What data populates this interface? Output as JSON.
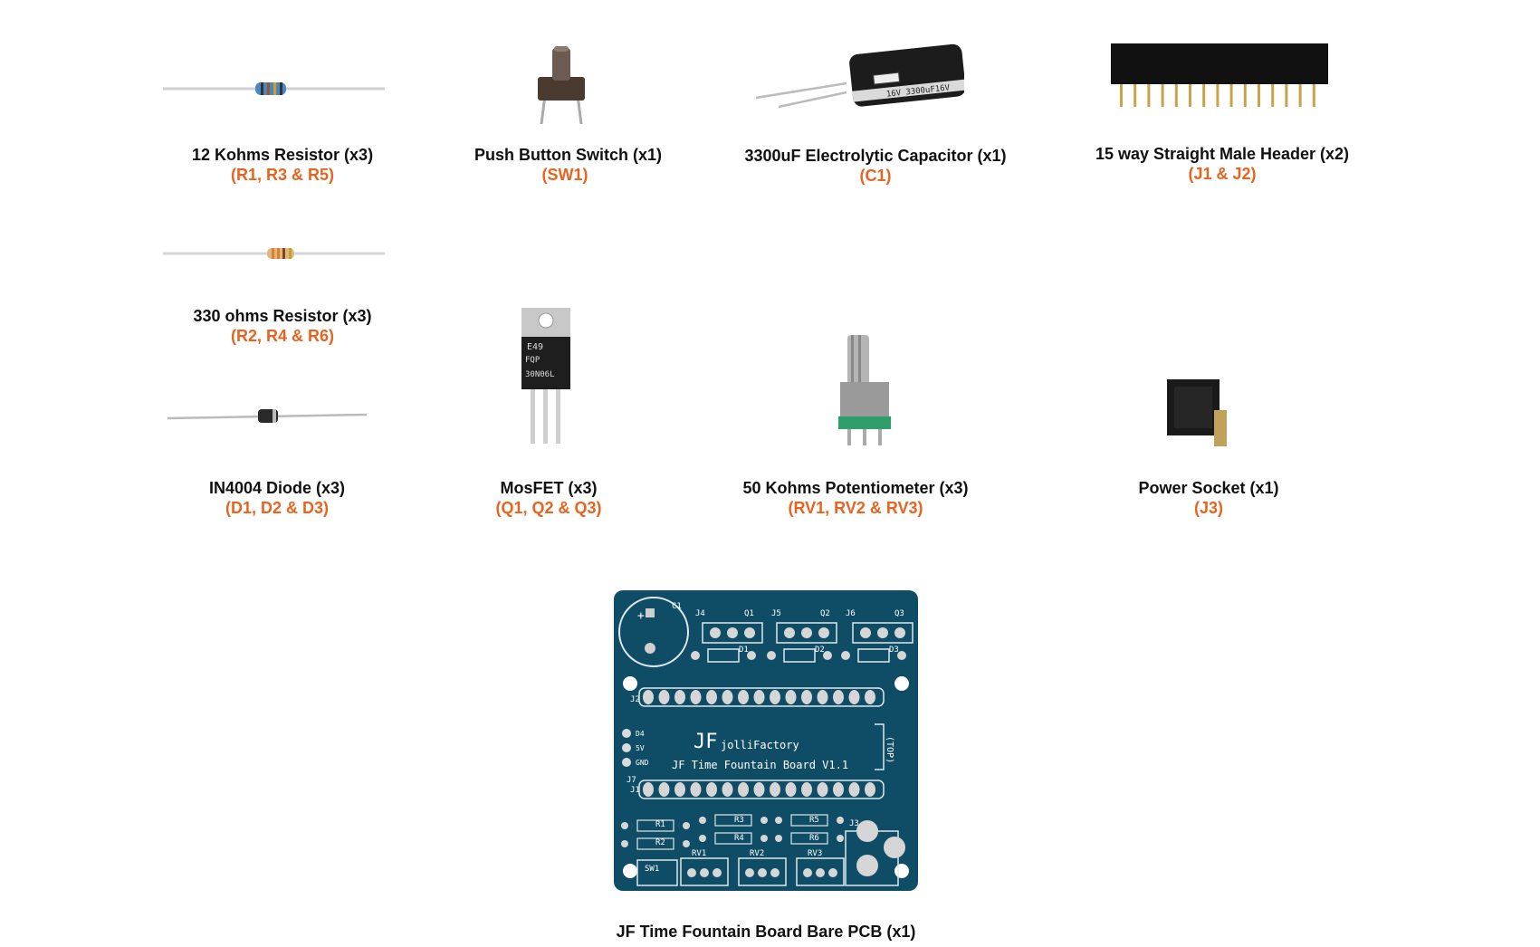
{
  "accent_color": "#e8641e",
  "components": [
    {
      "name": "12 Kohms Resistor (x3)",
      "ref": "(R1, R3 & R5)",
      "icon": "resistor-blue-icon"
    },
    {
      "name": "Push Button Switch (x1)",
      "ref": "(SW1)",
      "icon": "push-button-icon"
    },
    {
      "name": "3300uF Electrolytic Capacitor (x1)",
      "ref": "(C1)",
      "icon": "capacitor-icon",
      "print": "16V 3300uF16V"
    },
    {
      "name": "15 way Straight Male Header (x2)",
      "ref": "(J1 & J2)",
      "icon": "pin-header-icon"
    },
    {
      "name": "330 ohms Resistor (x3)",
      "ref": "(R2, R4 & R6)",
      "icon": "resistor-tan-icon"
    },
    {
      "name": "IN4004 Diode (x3)",
      "ref": "(D1, D2 & D3)",
      "icon": "diode-icon"
    },
    {
      "name": "MosFET (x3)",
      "ref": "(Q1, Q2 & Q3)",
      "icon": "mosfet-icon",
      "print": [
        "E49",
        "FQP",
        "30N06L"
      ]
    },
    {
      "name": "50 Kohms Potentiometer (x3)",
      "ref": "(RV1, RV2 & RV3)",
      "icon": "potentiometer-icon"
    },
    {
      "name": "Power Socket (x1)",
      "ref": "(J3)",
      "icon": "power-socket-icon"
    }
  ],
  "pcb": {
    "name": "JF Time Fountain Board Bare PCB (x1)",
    "icon": "pcb-board-icon",
    "board_color": "#0f4d66",
    "silk": {
      "brand": "jolliFactory",
      "logo": "JF",
      "title": "JF Time Fountain Board V1.1",
      "top_label": "(TOP)",
      "pins": [
        "D4",
        "5V",
        "GND"
      ],
      "refs": [
        "C1",
        "J4",
        "Q1",
        "J5",
        "Q2",
        "J6",
        "Q3",
        "D1",
        "D2",
        "D3",
        "J2",
        "J7",
        "J1",
        "R1",
        "R2",
        "R3",
        "R4",
        "R5",
        "R6",
        "J3",
        "RV1",
        "RV2",
        "RV3",
        "SW1"
      ]
    }
  }
}
